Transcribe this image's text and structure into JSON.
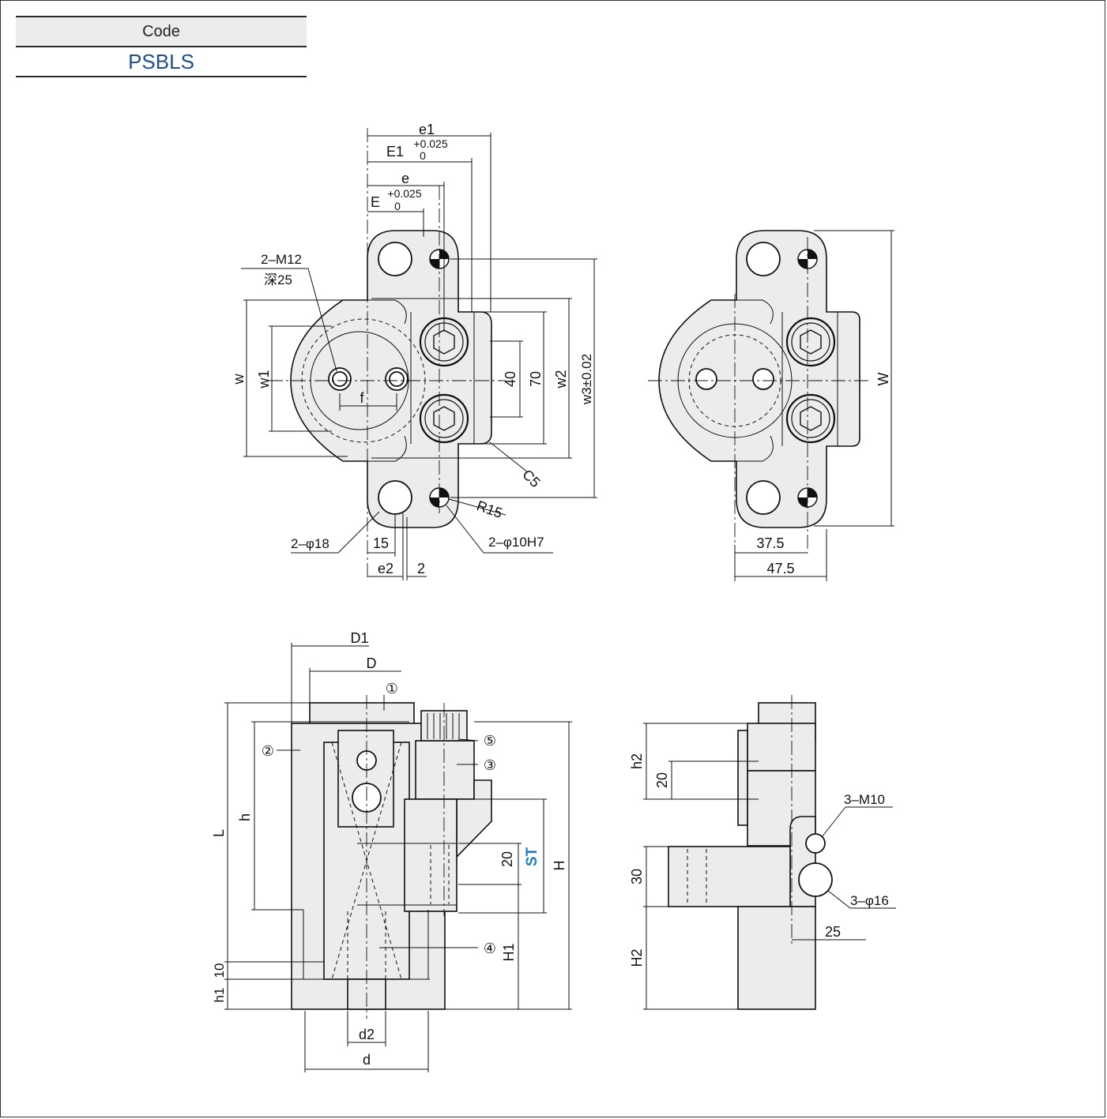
{
  "code": {
    "header": "Code",
    "value": "PSBLS"
  },
  "colors": {
    "code_value": "#1f4e8c",
    "st_label": "#1a7fc4",
    "part_fill": "#ececec"
  },
  "dims": {
    "e1": "e1",
    "E1": "E1",
    "E1_tol_upper": "+0.025",
    "E1_tol_lower": "0",
    "e": "e",
    "E": "E",
    "E_tol_upper": "+0.025",
    "E_tol_lower": "0",
    "thread_top": "2–M12",
    "thread_depth": "深25",
    "w": "w",
    "w1": "w1",
    "f": "f",
    "d40": "40",
    "d70": "70",
    "w2": "w2",
    "w3": "w3±0.02",
    "c5": "C5",
    "r15": "R15",
    "bore18": "2–φ18",
    "dowel": "2–φ10H7",
    "d15": "15",
    "e2": "e2",
    "d2": "2",
    "W": "W",
    "d37_5": "37.5",
    "d47_5": "47.5",
    "D1": "D1",
    "D": "D",
    "L": "L",
    "h": "h",
    "H": "H",
    "H1": "H1",
    "ST": "ST",
    "d20": "20",
    "d10": "10",
    "h1": "h1",
    "d2_bore": "d2",
    "d_shaft": "d",
    "h2": "h2",
    "s20": "20",
    "s30": "30",
    "H2": "H2",
    "m10": "3–M10",
    "phi16": "3–φ16",
    "d25": "25"
  },
  "balloons": [
    "①",
    "②",
    "③",
    "④",
    "⑤"
  ]
}
